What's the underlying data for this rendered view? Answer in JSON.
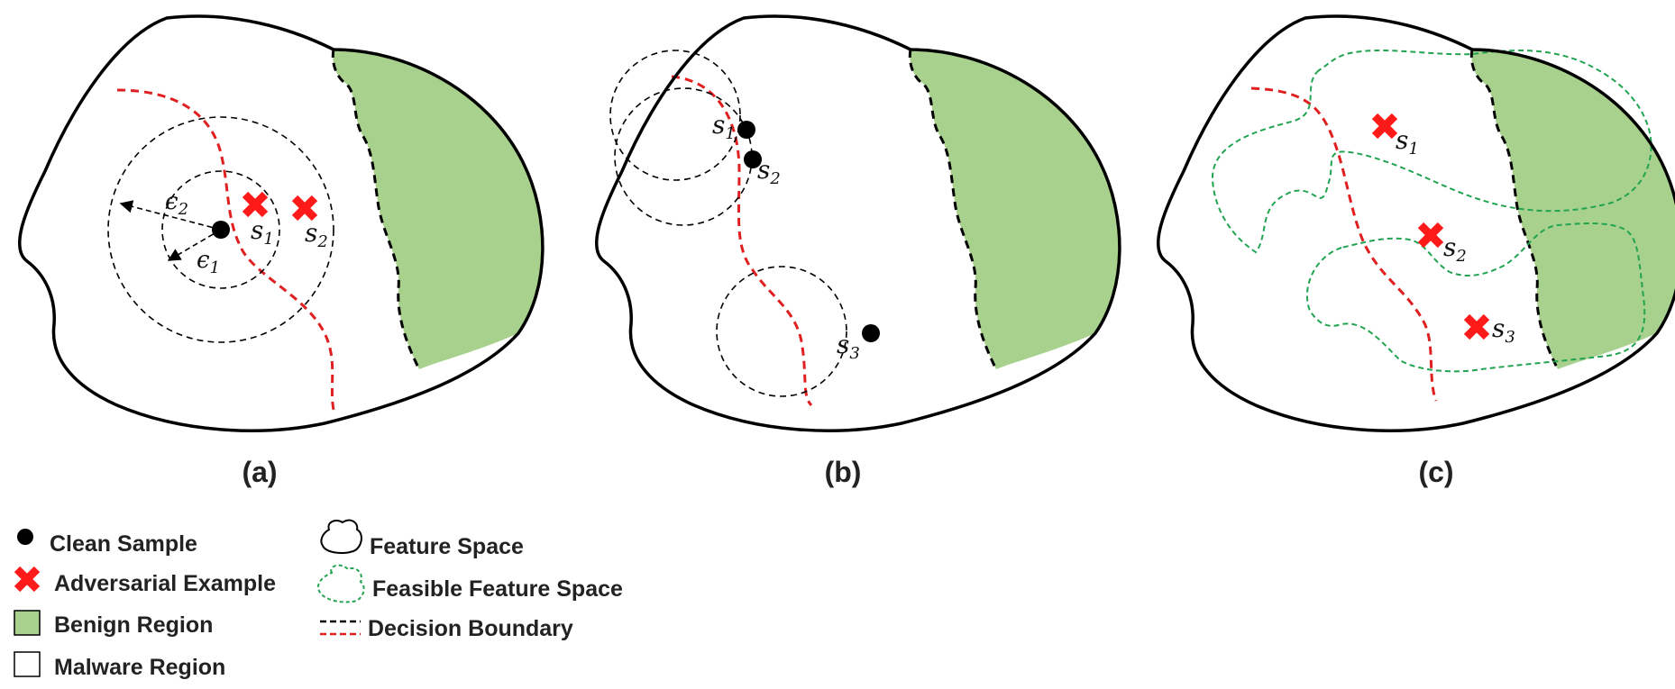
{
  "panels": [
    {
      "id": "a",
      "label": "(a)",
      "samples": [
        "s",
        "s"
      ],
      "sample_subs": [
        "1",
        "2"
      ],
      "epsilons": [
        "ϵ",
        "ϵ"
      ],
      "epsilon_subs": [
        "1",
        "2"
      ]
    },
    {
      "id": "b",
      "label": "(b)",
      "samples": [
        "s",
        "s",
        "s"
      ],
      "sample_subs": [
        "1",
        "2",
        "3"
      ]
    },
    {
      "id": "c",
      "label": "(c)",
      "samples": [
        "s",
        "s",
        "s"
      ],
      "sample_subs": [
        "1",
        "2",
        "3"
      ]
    }
  ],
  "legend": {
    "clean_sample": "Clean Sample",
    "adversarial_example": "Adversarial Example",
    "benign_region": "Benign Region",
    "malware_region": "Malware Region",
    "feature_space": "Feature Space",
    "feasible_feature_space": "Feasible Feature Space",
    "decision_boundary": "Decision Boundary"
  },
  "colors": {
    "benign_fill": "#a9d18e",
    "decision_red": "#e02020",
    "adversarial_red": "#ff1a1a",
    "feasible_green": "#21a350",
    "outline": "#000000"
  }
}
